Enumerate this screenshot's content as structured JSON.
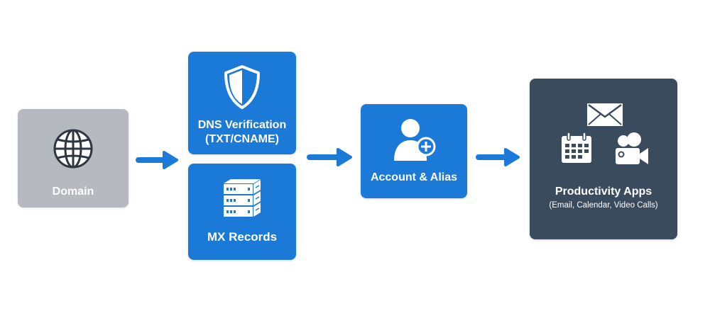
{
  "diagram": {
    "nodes": [
      {
        "id": "domain",
        "label": "Domain",
        "icon": "globe-icon",
        "color": "#b7b9c0"
      },
      {
        "id": "dns",
        "label_line1": "DNS Verification",
        "label_line2": "(TXT/CNAME)",
        "icon": "shield-icon",
        "color": "#1b79d8"
      },
      {
        "id": "mx",
        "label": "MX Records",
        "icon": "server-stack-icon",
        "color": "#1b79d8"
      },
      {
        "id": "account",
        "label": "Account & Alias",
        "icon": "add-user-icon",
        "color": "#1b79d8"
      },
      {
        "id": "apps",
        "label": "Productivity Apps",
        "sublabel": "(Email, Calendar, Video Calls)",
        "icons": [
          "envelope-icon",
          "calendar-icon",
          "video-camera-icon"
        ],
        "color": "#3b4b5e"
      }
    ],
    "edges": [
      {
        "from": "domain",
        "to": "dns+mx"
      },
      {
        "from": "dns+mx",
        "to": "account"
      },
      {
        "from": "account",
        "to": "apps"
      }
    ],
    "arrow_color": "#1b79d8"
  }
}
